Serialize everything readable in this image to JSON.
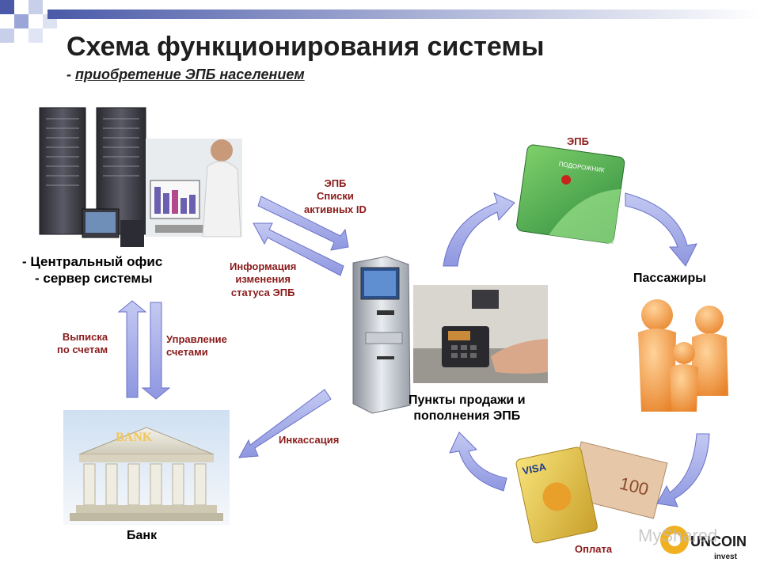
{
  "header": {
    "title": "Схема функционирования системы",
    "subtitle_prefix": "- ",
    "subtitle_link": "приобретение ЭПБ населением"
  },
  "nodes": {
    "office_line1": "- Центральный офис",
    "office_line2": "- сервер системы",
    "bank": "Банк",
    "passengers": "Пассажиры",
    "points_line1": "Пункты продажи и",
    "points_line2": "пополнения ЭПБ"
  },
  "edges": {
    "epb_lists_1": "ЭПБ",
    "epb_lists_2": "Списки",
    "epb_lists_3": "активных ID",
    "status_1": "Информация",
    "status_2": "изменения",
    "status_3": "статуса ЭПБ",
    "statement_1": "Выписка",
    "statement_2": "по счетам",
    "manage_1": "Управление",
    "manage_2": "счетами",
    "collection": "Инкассация",
    "epb_card": "ЭПБ",
    "payment": "Оплата"
  },
  "images": {
    "bank_sign": "BANK",
    "card_brand": "VISA",
    "card_brand2": "ПОДОРОЖНИК",
    "card_value": "100"
  },
  "logo": {
    "watermark": "MyShared",
    "brand": "UNCOIN",
    "brand_sub": "invest"
  },
  "colors": {
    "arrow_fill": "#a9b0e8",
    "arrow_stroke": "#6a72c8",
    "label_red": "#8b1a1a",
    "family_orange": "#f2a24a",
    "card_green": "#5bb55a",
    "header_bar": "#6a78b8"
  }
}
